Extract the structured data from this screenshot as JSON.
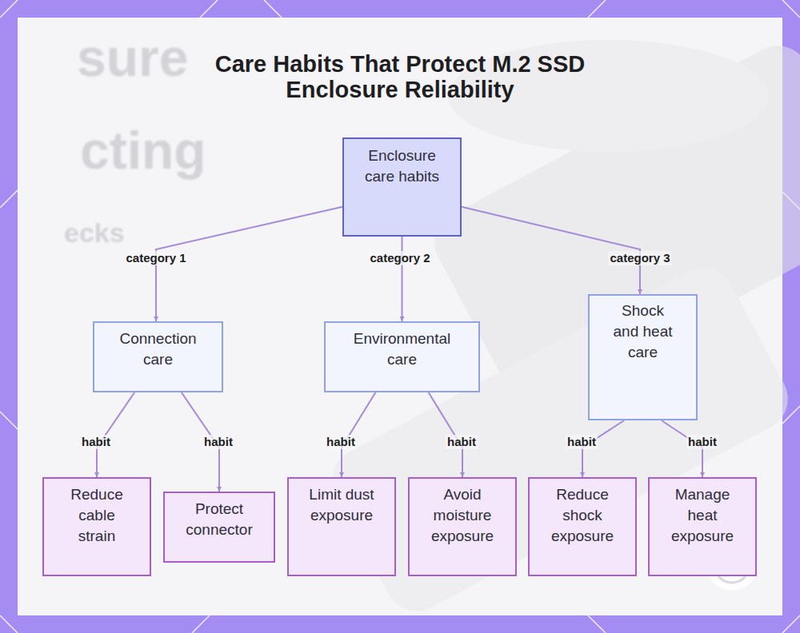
{
  "diagram": {
    "title": "Care Habits That Protect M.2 SSD Enclosure Reliability",
    "nodes": [
      {
        "text": [
          "Enclosure care habits"
        ]
      },
      {
        "text": [
          "Connection care"
        ]
      },
      {
        "text": [
          "Environmental care"
        ]
      },
      {
        "text": [
          "Shock and heat care"
        ]
      },
      {
        "text": [
          "Reduce cable strain"
        ]
      },
      {
        "text": [
          "Protect connector"
        ]
      },
      {
        "text": [
          "Limit dust exposure"
        ]
      },
      {
        "text": [
          "Avoid moisture exposure"
        ]
      },
      {
        "text": [
          "Reduce shock exposure"
        ]
      },
      {
        "text": [
          "Manage heat exposure"
        ]
      }
    ],
    "edges": [
      {
        "from": 0,
        "to": 1,
        "label": "category 1",
        "arrow": "to"
      },
      {
        "from": 0,
        "to": 2,
        "label": "category 2",
        "arrow": "to"
      },
      {
        "from": 0,
        "to": 3,
        "label": "category 3",
        "arrow": "to"
      },
      {
        "from": 1,
        "to": 4,
        "label": "habit",
        "arrow": "to"
      },
      {
        "from": 1,
        "to": 5,
        "label": "habit",
        "arrow": "to"
      },
      {
        "from": 2,
        "to": 6,
        "label": "habit",
        "arrow": "to"
      },
      {
        "from": 2,
        "to": 7,
        "label": "habit",
        "arrow": "to"
      },
      {
        "from": 3,
        "to": 8,
        "label": "habit",
        "arrow": "to"
      },
      {
        "from": 3,
        "to": 9,
        "label": "habit",
        "arrow": "to"
      }
    ],
    "labels": [
      "sure",
      "cting",
      "ecks"
    ]
  }
}
